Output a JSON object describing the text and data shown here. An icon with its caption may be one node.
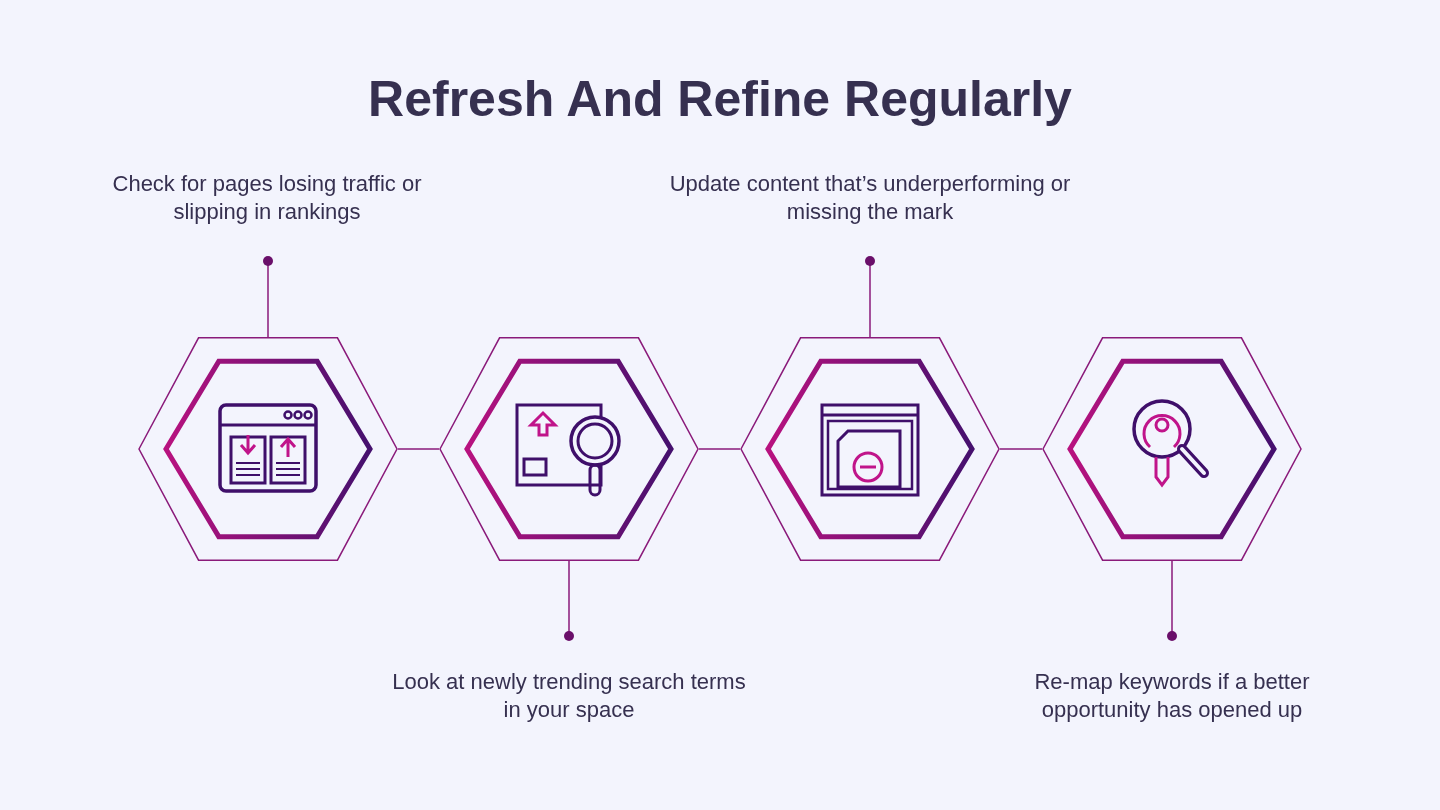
{
  "diagram": {
    "title": "Refresh And Refine Regularly",
    "nodes": [
      {
        "text": [
          "Check for pages losing traffic or slipping in rankings"
        ]
      },
      {
        "text": [
          "Update content that’s underperforming or missing the mark"
        ]
      },
      {
        "text": [],
        "shape": "hexagon"
      },
      {
        "text": [],
        "shape": "hexagon"
      },
      {
        "text": [],
        "shape": "hexagon"
      },
      {
        "text": [],
        "shape": "hexagon"
      },
      {
        "text": [
          "Look at newly trending search terms in your space"
        ]
      },
      {
        "text": [
          "Re-map keywords if a better opportunity has opened up"
        ]
      }
    ],
    "edges": [
      {
        "from": 2,
        "to": 3,
        "arrow": "none"
      },
      {
        "from": 3,
        "to": 4,
        "arrow": "none"
      },
      {
        "from": 4,
        "to": 5,
        "arrow": "none"
      },
      {
        "from": 0,
        "to": 2,
        "arrow": "other"
      },
      {
        "from": 6,
        "to": 3,
        "arrow": "other"
      },
      {
        "from": 1,
        "to": 4,
        "arrow": "other"
      },
      {
        "from": 7,
        "to": 5,
        "arrow": "other"
      }
    ]
  }
}
